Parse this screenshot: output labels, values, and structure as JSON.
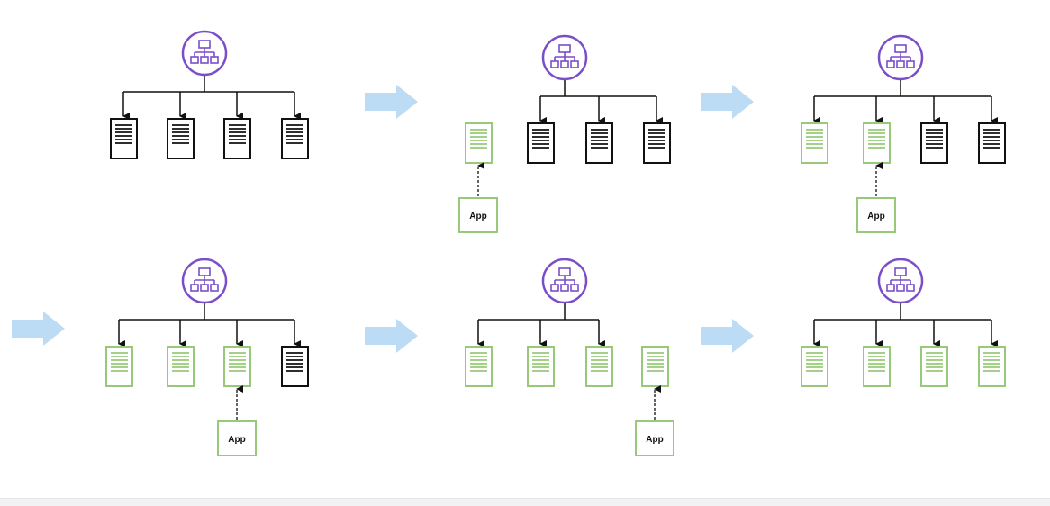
{
  "colors": {
    "load_balancer": "#7a4ec9",
    "old_server": "#111111",
    "new_server": "#98c97a",
    "connector": "#111111",
    "step_arrow": "#bcdcf6"
  },
  "icons": {
    "load_balancer": "network-hierarchy-icon",
    "server": "server-icon",
    "step_arrow": "arrow-right-icon"
  },
  "app_label": "App",
  "stages": [
    {
      "servers": [
        "old",
        "old",
        "old",
        "old"
      ],
      "deploy_target": null,
      "separate": false
    },
    {
      "servers": [
        "new",
        "old",
        "old",
        "old"
      ],
      "deploy_target": 0,
      "separate": true
    },
    {
      "servers": [
        "new",
        "new",
        "old",
        "old"
      ],
      "deploy_target": 1,
      "separate": false
    },
    {
      "servers": [
        "new",
        "new",
        "new",
        "old"
      ],
      "deploy_target": 2,
      "separate": false
    },
    {
      "servers": [
        "new",
        "new",
        "new",
        "new"
      ],
      "deploy_target": 3,
      "separate": true
    },
    {
      "servers": [
        "new",
        "new",
        "new",
        "new"
      ],
      "deploy_target": null,
      "separate": false
    }
  ]
}
